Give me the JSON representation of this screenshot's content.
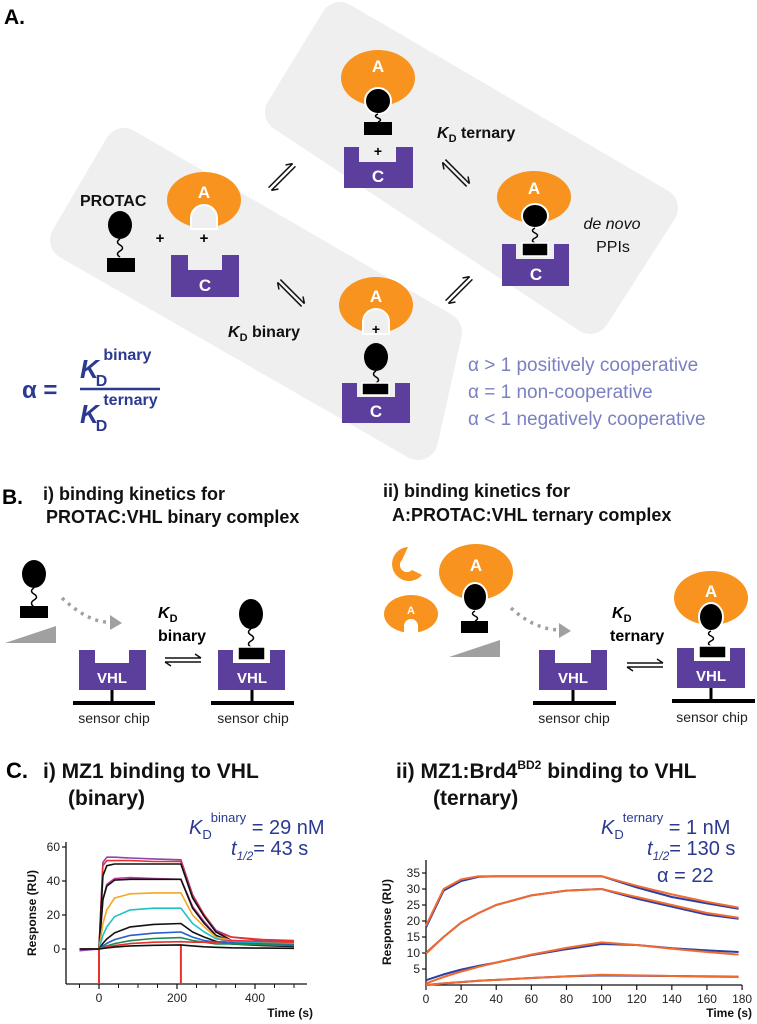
{
  "colors": {
    "target_protein": "#f7931e",
    "e3_ligase": "#5c3f9c",
    "protac": "#000000",
    "panel_bg": "#efefef",
    "formula_text": "#2b3990",
    "legend_text": "#7a80c0",
    "chart_annotation": "#2b3990"
  },
  "panel_a": {
    "label": "A.",
    "protac_label": "PROTAC",
    "target_letter": "A",
    "ligase_letter": "C",
    "plus": "+",
    "kd_ternary": {
      "k": "K",
      "sub": "D",
      "text": " ternary"
    },
    "kd_binary": {
      "k": "K",
      "sub": "D",
      "text": " binary"
    },
    "de_novo": "de novo",
    "ppis": "PPIs",
    "formula": {
      "lhs": "α =",
      "k": "K",
      "sub": "D",
      "num_sup": "binary",
      "den_sup": "ternary"
    },
    "cooperativity": [
      "α > 1 positively cooperative",
      "α = 1 non-cooperative",
      "α < 1 negatively cooperative"
    ]
  },
  "panel_b": {
    "label": "B.",
    "left_title_1": "i) binding kinetics for",
    "left_title_2": "PROTAC:VHL binary complex",
    "right_title_1": "ii) binding kinetics for",
    "right_title_2": "A:PROTAC:VHL ternary complex",
    "vhl": "VHL",
    "sensor_chip": "sensor chip",
    "target_letter": "A",
    "kd_k": "K",
    "kd_sub": "D",
    "binary": "binary",
    "ternary": "ternary"
  },
  "panel_c": {
    "label": "C.",
    "left_title_1": "i) MZ1 binding to VHL",
    "left_title_2": "(binary)",
    "right_title_1a": "ii) MZ1:Brd4",
    "right_title_1sup": "BD2",
    "right_title_1b": " binding to VHL",
    "right_title_2": "(ternary)",
    "left_annot": {
      "k": "K",
      "sub": "D",
      "sup": "binary",
      "value": " = 29 nM",
      "t": "t",
      "tsub": "1/2",
      "tvalue": "= 43 s"
    },
    "right_annot": {
      "k": "K",
      "sub": "D",
      "sup": "ternary",
      "value": " = 1 nM",
      "t": "t",
      "tsub": "1/2",
      "tvalue": "= 130 s",
      "alpha": "α = 22"
    }
  },
  "chart_data": [
    {
      "type": "line",
      "xlabel": "Time (s)",
      "ylabel": "Response (RU)",
      "xlim": [
        -85,
        535
      ],
      "ylim": [
        -21,
        63
      ],
      "xticks": [
        0,
        200,
        400
      ],
      "yticks": [
        0,
        20,
        40,
        60
      ],
      "grid": false,
      "x": [
        -50,
        0,
        10,
        20,
        40,
        80,
        140,
        210,
        240,
        270,
        300,
        340,
        420,
        500
      ],
      "series": [
        {
          "color": "#8e44ad",
          "values": [
            -1,
            0,
            51,
            54,
            54,
            53.5,
            53,
            52.5,
            32,
            20,
            11,
            7,
            5,
            4.5
          ]
        },
        {
          "color": "#e8312f",
          "values": [
            0,
            0,
            49,
            52,
            52,
            52,
            51.5,
            51.5,
            31,
            20,
            10,
            7,
            5.5,
            5
          ]
        },
        {
          "color": "#111111",
          "values": [
            0,
            0,
            43,
            49,
            50,
            50,
            50,
            50,
            30,
            19,
            10,
            5,
            3,
            2
          ]
        },
        {
          "color": "#c0399e",
          "values": [
            0,
            0,
            29,
            38,
            41.5,
            42,
            41.5,
            41,
            25,
            16,
            8,
            5,
            4,
            3.5
          ]
        },
        {
          "color": "#111111",
          "values": [
            0,
            0,
            29,
            37,
            40.5,
            41,
            41,
            41,
            24,
            15,
            8,
            4,
            2.5,
            2
          ]
        },
        {
          "color": "#f5a623",
          "values": [
            0,
            0,
            15,
            23,
            30,
            32.5,
            33,
            33,
            20,
            13,
            7,
            5,
            4,
            3.5
          ]
        },
        {
          "color": "#1fc1c3",
          "values": [
            0,
            0,
            8,
            13,
            19,
            23,
            24,
            24,
            15,
            10,
            6,
            4.5,
            3.5,
            3
          ]
        },
        {
          "color": "#111111",
          "values": [
            0,
            0,
            3.3,
            5.9,
            9.5,
            13,
            14.5,
            15,
            10,
            7,
            4.5,
            3,
            2,
            1.5
          ]
        },
        {
          "color": "#2a5fc9",
          "values": [
            0,
            0,
            1.8,
            3.3,
            5.5,
            8,
            9.3,
            10,
            7,
            5,
            4,
            3.5,
            3,
            2.5
          ]
        },
        {
          "color": "#1f8a4c",
          "values": [
            0,
            0,
            1,
            1.8,
            3.2,
            4.9,
            6.2,
            6.7,
            5,
            4,
            3,
            3,
            2.5,
            2
          ]
        },
        {
          "color": "#e8312f",
          "values": [
            0,
            0,
            0.6,
            1.2,
            2,
            3.2,
            4,
            4.3,
            4,
            4,
            4,
            5,
            4.5,
            4
          ]
        },
        {
          "color": "#111111",
          "values": [
            0,
            0,
            0.3,
            0.6,
            1.1,
            1.8,
            2.2,
            2.4,
            1.8,
            1.3,
            1,
            0.7,
            0.5,
            0.4
          ]
        }
      ],
      "injection_spikes_x": [
        0,
        210
      ]
    },
    {
      "type": "line",
      "xlabel": "Time (s)",
      "ylabel": "Response (RU)",
      "xlim": [
        0,
        180
      ],
      "ylim": [
        0,
        38
      ],
      "xticks": [
        0,
        20,
        40,
        60,
        80,
        100,
        120,
        140,
        160,
        180
      ],
      "yticks": [
        5,
        10,
        15,
        20,
        25,
        30,
        35
      ],
      "grid": false,
      "x": [
        0,
        10,
        20,
        30,
        40,
        60,
        80,
        100,
        120,
        140,
        160,
        178
      ],
      "series": [
        {
          "color": "#2a3fa8",
          "values": [
            18,
            29.5,
            32.5,
            33.8,
            34,
            34,
            34,
            34,
            30.5,
            27.5,
            25.5,
            23.8
          ]
        },
        {
          "color": "#f26a2e",
          "values": [
            18.5,
            30,
            33,
            34,
            34,
            34,
            34,
            34,
            31,
            28.3,
            26,
            24.2
          ]
        },
        {
          "color": "#2a3fa8",
          "values": [
            10,
            15,
            19.5,
            22.5,
            25,
            28,
            29.5,
            30,
            27,
            24.5,
            22,
            20.7
          ]
        },
        {
          "color": "#f26a2e",
          "values": [
            9.8,
            15,
            19.5,
            22.5,
            25,
            28,
            29.5,
            30,
            27.5,
            25,
            22.5,
            21
          ]
        },
        {
          "color": "#2a3fa8",
          "values": [
            1.5,
            3.3,
            4.8,
            6,
            7,
            9.3,
            11.2,
            12.8,
            12.5,
            11.5,
            10.8,
            10.3
          ]
        },
        {
          "color": "#f26a2e",
          "values": [
            0.5,
            2.5,
            4.2,
            5.7,
            7,
            9.5,
            11.6,
            13.3,
            12.5,
            11.3,
            10.3,
            9.5
          ]
        },
        {
          "color": "#2a3fa8",
          "values": [
            0,
            0.5,
            0.9,
            1.3,
            1.6,
            2.2,
            2.7,
            3,
            2.9,
            2.8,
            2.7,
            2.6
          ]
        },
        {
          "color": "#f26a2e",
          "values": [
            0,
            0.5,
            0.9,
            1.3,
            1.6,
            2.2,
            2.7,
            3.2,
            3,
            2.8,
            2.6,
            2.5
          ]
        }
      ]
    }
  ]
}
